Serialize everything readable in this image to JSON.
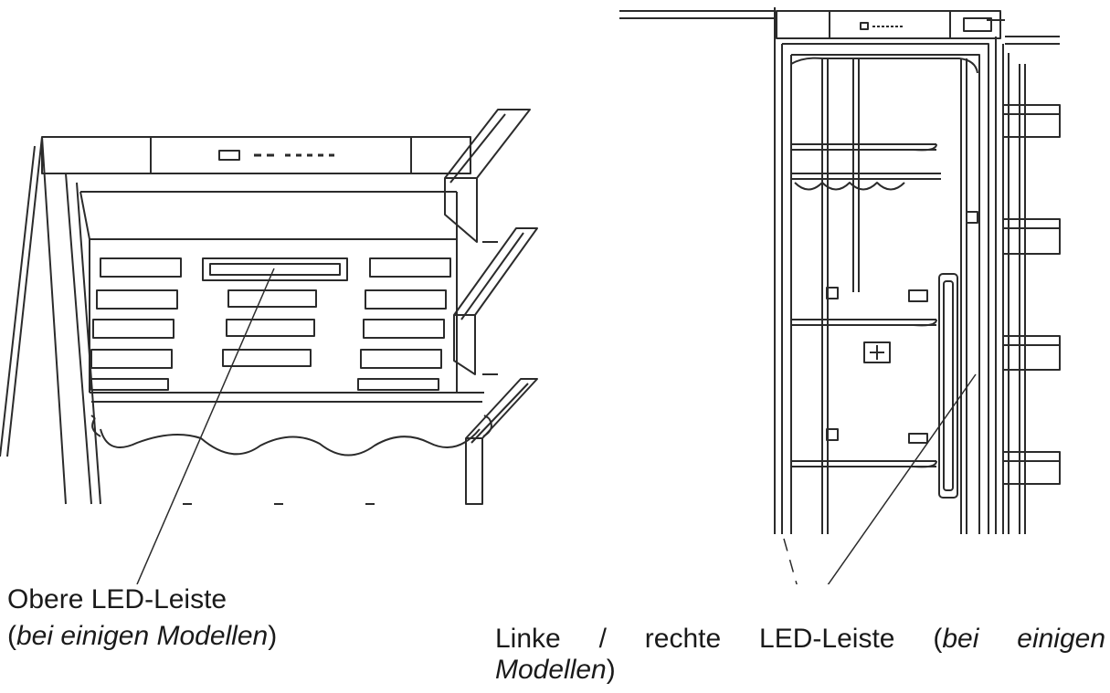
{
  "labels": {
    "top": {
      "line1": "Obere LED-Leiste",
      "open": "(",
      "italic": "bei einigen Modellen",
      "close": ")"
    },
    "side": {
      "main": "Linke / rechte LED-Leiste (",
      "italic1": "bei einigen",
      "italic2": "Modellen",
      "close": ")"
    }
  },
  "colors": {
    "line": "#2b2b2b",
    "background": "#ffffff"
  }
}
